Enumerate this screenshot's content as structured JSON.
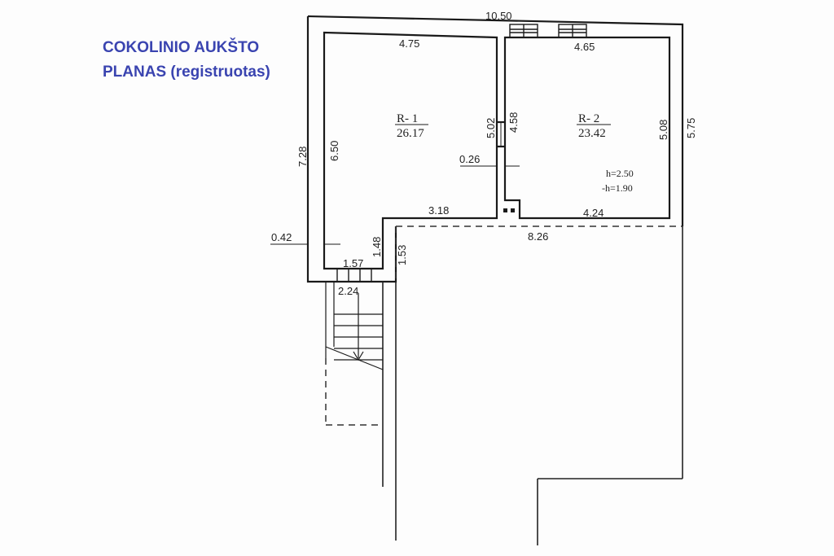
{
  "title": {
    "line1": "COKOLINIO AUKŠTO",
    "line2": "PLANAS (registruotas)"
  },
  "rooms": {
    "r1": {
      "label": "R- 1",
      "area": "26.17"
    },
    "r2": {
      "label": "R- 2",
      "area": "23.42",
      "height": "h=2.50",
      "height_alt": "-h=1.90"
    }
  },
  "dimensions": {
    "top_outer": "10.50",
    "r1_top": "4.75",
    "r2_top": "4.65",
    "left_outer": "7.28",
    "r1_left": "6.50",
    "right_outer": "5.75",
    "r2_right": "5.08",
    "partition_left": "5.02",
    "partition_right": "4.58",
    "partition_thickness": "0.26",
    "r1_bottom": "3.18",
    "r2_bottom": "4.24",
    "wall_thickness": "0.42",
    "r1_notch": "1.48",
    "notch_outer": "1.53",
    "entry_inner": "1.57",
    "entry_outer": "2.24",
    "terrace_width": "8.26"
  },
  "colors": {
    "title": "#3a44b0",
    "lines": "#1a1a1a"
  }
}
